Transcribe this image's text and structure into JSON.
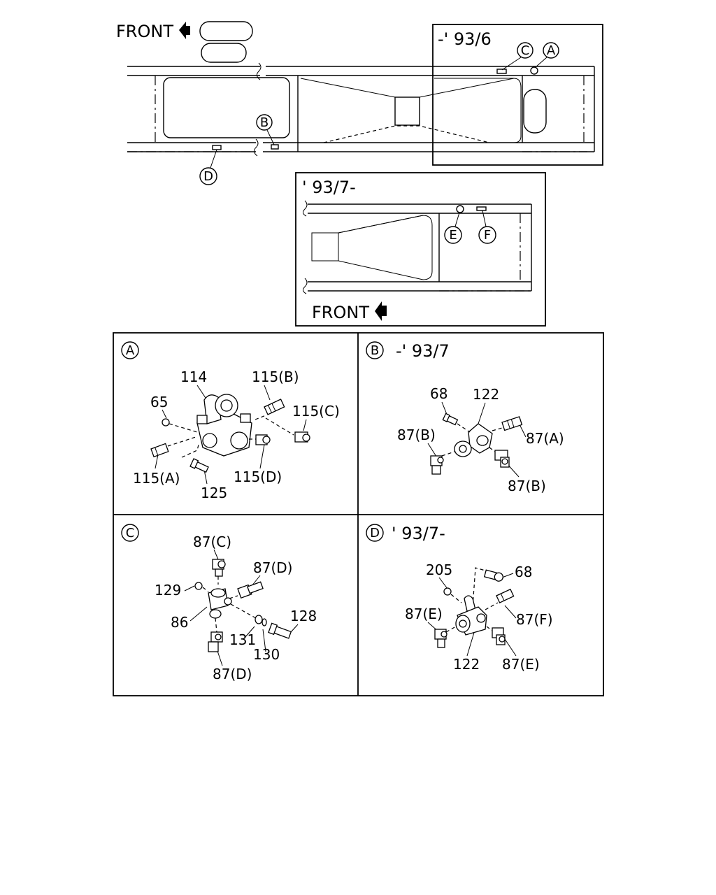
{
  "overview": {
    "front_label": "FRONT",
    "markers": {
      "A": "A",
      "B": "B",
      "C": "C",
      "D": "D"
    }
  },
  "inset_early": {
    "date": "-' 93/6",
    "markers": {
      "A": "A",
      "C": "C"
    }
  },
  "inset_late": {
    "date": "' 93/7-",
    "front_label": "FRONT",
    "markers": {
      "E": "E",
      "F": "F"
    }
  },
  "panels": [
    {
      "marker": "A",
      "date": "",
      "labels": [
        "114",
        "115(B)",
        "65",
        "115(C)",
        "115(A)",
        "115(D)",
        "125"
      ]
    },
    {
      "marker": "B",
      "date": "-' 93/7",
      "labels": [
        "68",
        "122",
        "87(B)",
        "87(A)",
        "87(B)"
      ]
    },
    {
      "marker": "C",
      "date": "",
      "labels": [
        "87(C)",
        "87(D)",
        "129",
        "86",
        "128",
        "131",
        "130",
        "87(D)"
      ]
    },
    {
      "marker": "D",
      "date": "' 93/7-",
      "labels": [
        "205",
        "68",
        "87(E)",
        "87(F)",
        "122",
        "87(E)"
      ]
    }
  ]
}
